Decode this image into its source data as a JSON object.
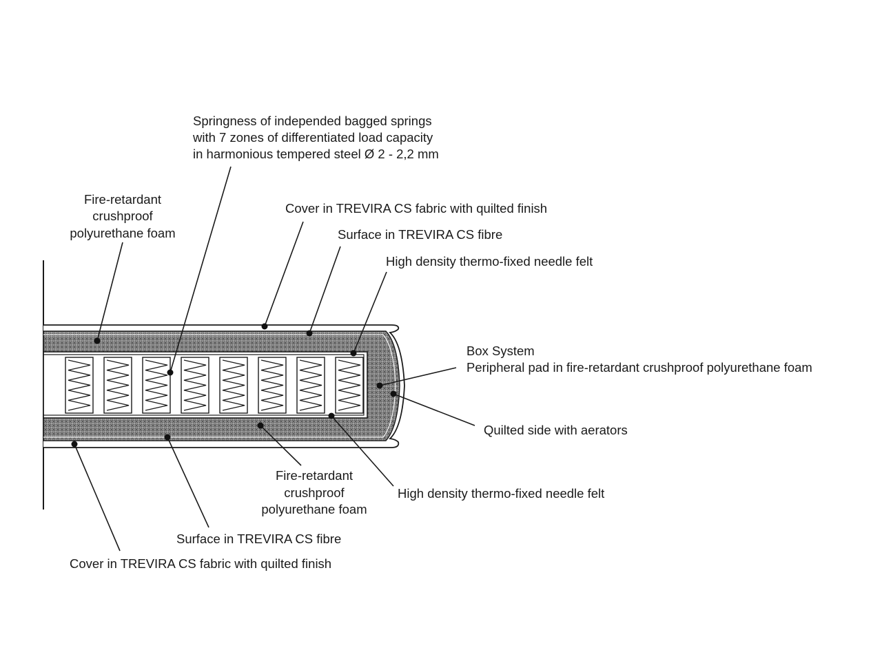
{
  "labels": {
    "springs": [
      "Springness of independed bagged springs",
      "with 7 zones of differentiated load capacity",
      "in harmonious tempered steel Ø 2 - 2,2 mm"
    ],
    "foam_top": [
      "Fire-retardant",
      "crushproof",
      "polyurethane foam"
    ],
    "cover_top": "Cover in TREVIRA CS fabric with quilted finish",
    "surface_top": "Surface in TREVIRA CS fibre",
    "felt_top": "High density thermo-fixed needle felt",
    "box_system": [
      "Box System",
      "Peripheral pad in fire-retardant crushproof polyurethane foam"
    ],
    "quilted_side": "Quilted side with aerators",
    "felt_bottom": "High density thermo-fixed needle felt",
    "foam_bottom": [
      "Fire-retardant",
      "crushproof",
      "polyurethane foam"
    ],
    "surface_bottom": "Surface in TREVIRA CS fibre",
    "cover_bottom": "Cover in TREVIRA CS fabric with quilted finish"
  },
  "spring_count": 8,
  "colors": {
    "ink": "#1a1a1a",
    "foam_fill": "#9a9a9a",
    "background": "#ffffff"
  }
}
